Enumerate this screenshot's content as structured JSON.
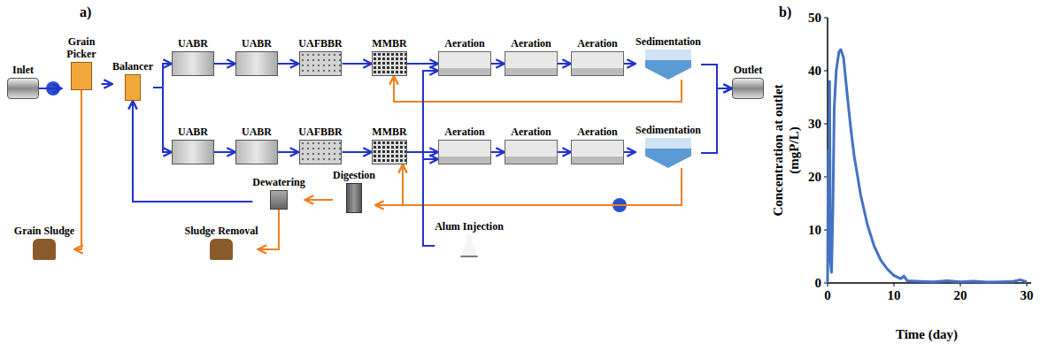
{
  "diagram": {
    "nodes": [
      {
        "text": [
          "Inlet"
        ]
      },
      {
        "text": [
          "Grain Picker"
        ]
      },
      {
        "text": [
          "Balancer"
        ]
      },
      {
        "text": [
          "UABR"
        ]
      },
      {
        "text": [
          "UABR"
        ]
      },
      {
        "text": [
          "UAFBBR"
        ]
      },
      {
        "text": [
          "MMBR"
        ]
      },
      {
        "text": [
          "Aeration"
        ]
      },
      {
        "text": [
          "Aeration"
        ]
      },
      {
        "text": [
          "Aeration"
        ]
      },
      {
        "text": [
          "Sedimentation"
        ]
      },
      {
        "text": [
          "Outlet"
        ]
      },
      {
        "text": [
          "UABR"
        ]
      },
      {
        "text": [
          "UABR"
        ]
      },
      {
        "text": [
          "UAFBBR"
        ]
      },
      {
        "text": [
          "MMBR"
        ]
      },
      {
        "text": [
          "Aeration"
        ]
      },
      {
        "text": [
          "Aeration"
        ]
      },
      {
        "text": [
          "Aeration"
        ]
      },
      {
        "text": [
          "Sedimentation"
        ]
      },
      {
        "text": [
          "Grain Sludge"
        ]
      },
      {
        "text": [
          "Dewatering"
        ]
      },
      {
        "text": [
          "Digestion"
        ]
      },
      {
        "text": [
          "Sludge Removal"
        ]
      },
      {
        "text": [
          "Alum Injection"
        ]
      }
    ],
    "edges": [
      {
        "from": 0,
        "to": 1,
        "arrow": "to"
      },
      {
        "from": 1,
        "to": 2,
        "arrow": "to"
      },
      {
        "from": 1,
        "to": 20,
        "arrow": "to"
      },
      {
        "from": 2,
        "to": 3,
        "arrow": "to"
      },
      {
        "from": 2,
        "to": 12,
        "arrow": "to"
      },
      {
        "from": 3,
        "to": 4,
        "arrow": "to"
      },
      {
        "from": 4,
        "to": 5,
        "arrow": "to"
      },
      {
        "from": 5,
        "to": 6,
        "arrow": "to"
      },
      {
        "from": 6,
        "to": 7,
        "arrow": "to"
      },
      {
        "from": 7,
        "to": 8,
        "arrow": "to"
      },
      {
        "from": 8,
        "to": 9,
        "arrow": "to"
      },
      {
        "from": 9,
        "to": 10,
        "arrow": "to"
      },
      {
        "from": 10,
        "to": 11,
        "arrow": "to"
      },
      {
        "from": 12,
        "to": 13,
        "arrow": "to"
      },
      {
        "from": 13,
        "to": 14,
        "arrow": "to"
      },
      {
        "from": 14,
        "to": 15,
        "arrow": "to"
      },
      {
        "from": 15,
        "to": 16,
        "arrow": "to"
      },
      {
        "from": 16,
        "to": 17,
        "arrow": "to"
      },
      {
        "from": 17,
        "to": 18,
        "arrow": "to"
      },
      {
        "from": 18,
        "to": 19,
        "arrow": "to"
      },
      {
        "from": 19,
        "to": 11,
        "arrow": "to"
      },
      {
        "from": 10,
        "to": 6,
        "arrow": "to"
      },
      {
        "from": 19,
        "to": 15,
        "arrow": "to"
      },
      {
        "from": 19,
        "to": 22,
        "arrow": "to"
      },
      {
        "from": 22,
        "to": 21,
        "arrow": "to"
      },
      {
        "from": 21,
        "to": 23,
        "arrow": "to"
      },
      {
        "from": 21,
        "to": 2,
        "arrow": "to"
      },
      {
        "from": 24,
        "to": 7,
        "arrow": "to"
      },
      {
        "from": 24,
        "to": 16,
        "arrow": "to"
      }
    ],
    "labels": [
      "a)",
      "b)",
      "Concentration at outlet (mgP/L)",
      "Time (day)",
      "0",
      "10",
      "20",
      "30",
      "40",
      "50",
      "0",
      "10",
      "20",
      "30"
    ]
  }
}
